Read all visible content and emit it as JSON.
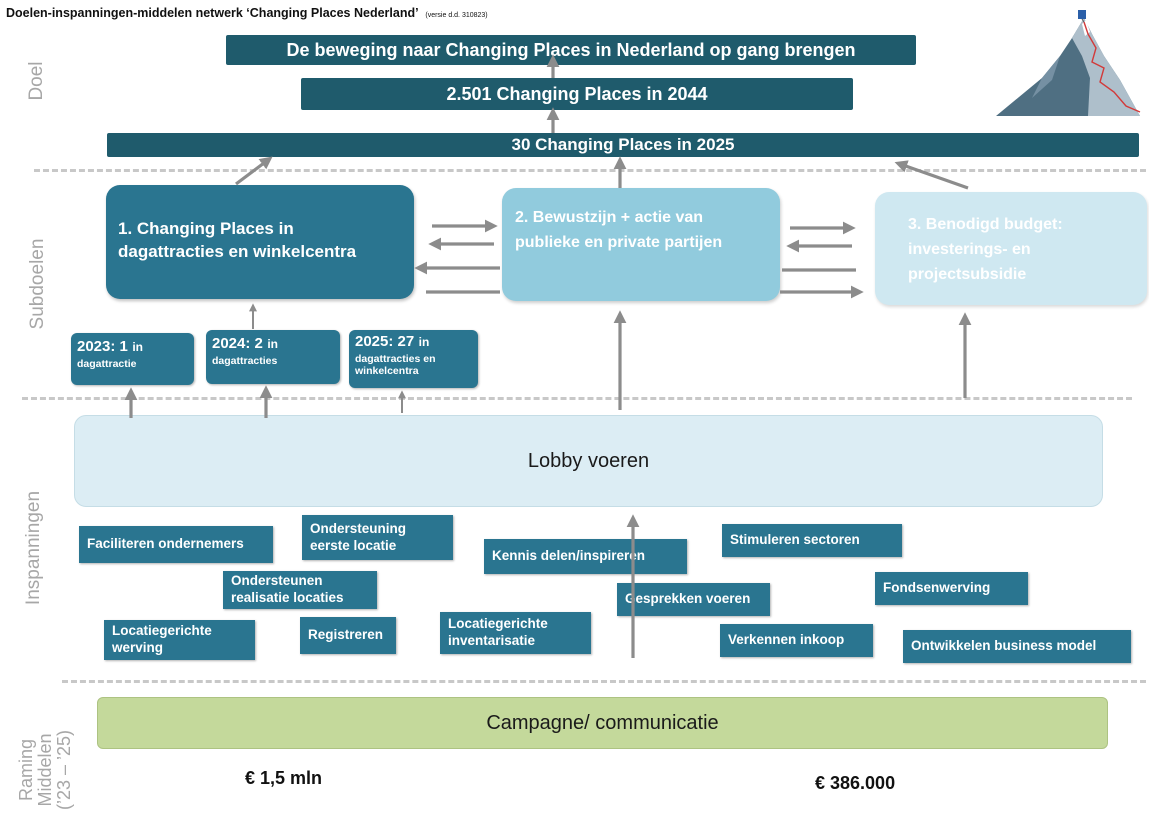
{
  "header": {
    "title": "Doelen-inspanningen-middelen netwerk ‘Changing Places Nederland’",
    "version": "(versie d.d. 310823)"
  },
  "side_labels": {
    "doel": "Doel",
    "subdoelen": "Subdoelen",
    "inspanningen": "Inspanningen",
    "middelen_line1": "Raming",
    "middelen_line2": "Middelen",
    "middelen_line3": "(’23 – ’25)"
  },
  "goals": {
    "top": "De beweging naar Changing Places in Nederland op gang brengen",
    "mid": "2.501 Changing Places in 2044",
    "bottom": "30 Changing Places in 2025"
  },
  "subgoals": {
    "box1": "1. Changing Places in dagattracties en winkelcentra",
    "box2": "2. Bewustzijn + actie van publieke en private partijen",
    "box3": "3. Benodigd budget: investerings- en projectsubsidie"
  },
  "milestones": [
    {
      "year": "2023: 1",
      "unit": "in",
      "detail": "dagattractie"
    },
    {
      "year": "2024: 2",
      "unit": "in",
      "detail": "dagattracties"
    },
    {
      "year": "2025: 27",
      "unit": "in",
      "detail": "dagattracties en winkelcentra"
    }
  ],
  "lobby": "Lobby voeren",
  "activities": {
    "faciliteren": "Faciliteren ondernemers",
    "ondersteuning_eerste": "Ondersteuning eerste locatie",
    "kennis": "Kennis delen/inspireren",
    "stimuleren": "Stimuleren sectoren",
    "ondersteunen_realisatie": "Ondersteunen realisatie locaties",
    "fondsenwerving": "Fondsenwerving",
    "gesprekken": "Gesprekken voeren",
    "locatiegerichte_werving": "Locatiegerichte werving",
    "registreren": "Registreren",
    "locatiegerichte_inventarisatie": "Locatiegerichte inventarisatie",
    "verkennen": "Verkennen inkoop",
    "ontwikkelen": "Ontwikkelen business model"
  },
  "campaign": "Campagne/ communicatie",
  "budgets": {
    "left": "€ 1,5 mln",
    "right": "€ 386.000"
  },
  "colors": {
    "dark_teal": "#1f5b6c",
    "teal": "#2a7590",
    "light_blue": "#91cbdd",
    "pale_blue": "#cfe8f1",
    "lobby_bg": "#dcedf4",
    "campaign_bg": "#c4d99b",
    "arrow_grey": "#8c8c8c"
  }
}
